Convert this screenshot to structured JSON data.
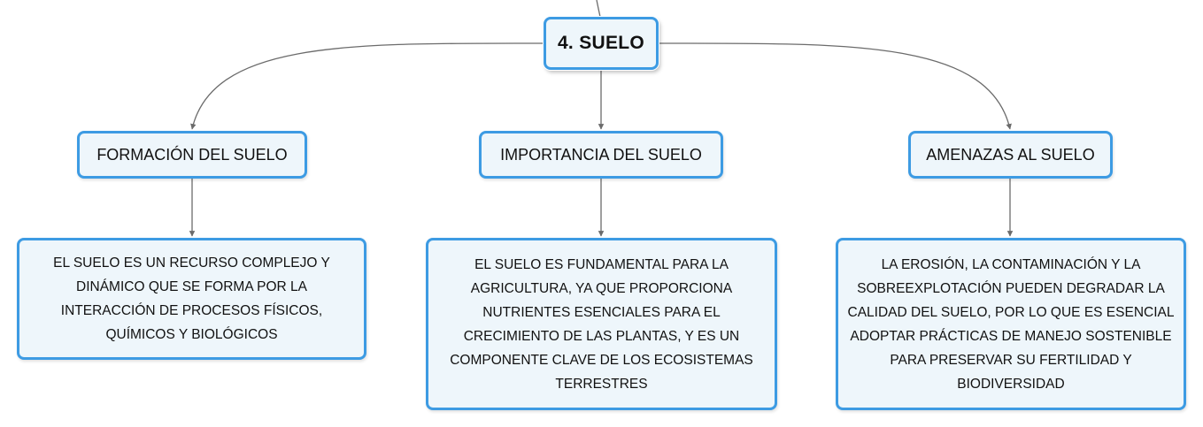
{
  "map": {
    "root": {
      "label": "4. SUELO"
    },
    "topics": [
      {
        "label": "FORMACIÓN DEL SUELO",
        "detail": "EL SUELO ES UN RECURSO COMPLEJO Y DINÁMICO QUE SE FORMA POR LA INTERACCIÓN DE PROCESOS FÍSICOS, QUÍMICOS Y BIOLÓGICOS"
      },
      {
        "label": "IMPORTANCIA DEL SUELO",
        "detail": "EL SUELO ES FUNDAMENTAL PARA LA AGRICULTURA, YA QUE PROPORCIONA NUTRIENTES ESENCIALES PARA EL CRECIMIENTO DE LAS PLANTAS, Y ES UN COMPONENTE CLAVE DE LOS ECOSISTEMAS TERRESTRES"
      },
      {
        "label": "AMENAZAS AL SUELO",
        "detail": "LA EROSIÓN, LA CONTAMINACIÓN Y LA SOBREEXPLOTACIÓN PUEDEN DEGRADAR LA CALIDAD DEL SUELO, POR LO QUE ES ESENCIAL ADOPTAR PRÁCTICAS DE MANEJO SOSTENIBLE PARA PRESERVAR SU FERTILIDAD Y BIODIVERSIDAD"
      }
    ]
  },
  "colors": {
    "node_border": "#3d9be3",
    "node_fill": "#eef6fb",
    "connector": "#6b6b6b",
    "text": "#111111"
  }
}
